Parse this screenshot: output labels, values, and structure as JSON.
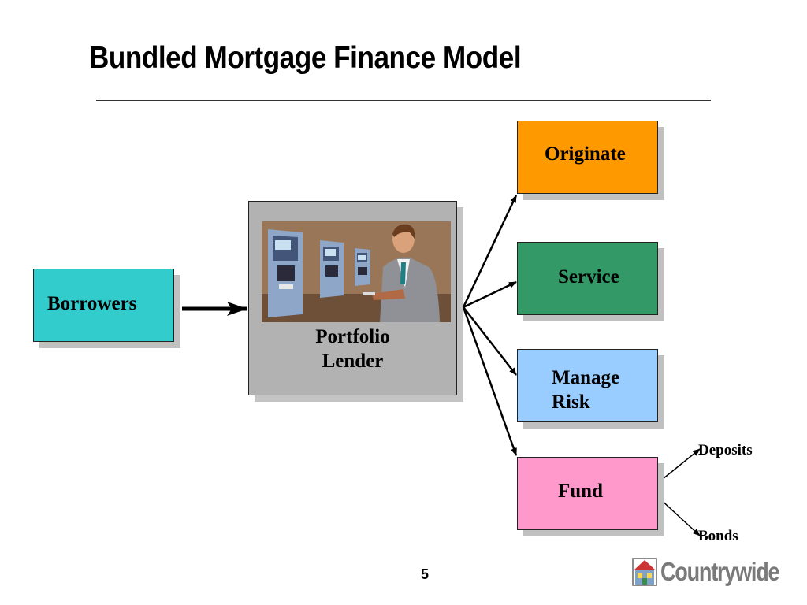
{
  "title": "Bundled Mortgage Finance Model",
  "nodes": {
    "borrowers": "Borrowers",
    "lender_line1": "Portfolio",
    "lender_line2": "Lender",
    "originate": "Originate",
    "service": "Service",
    "manage_risk_line1": "Manage",
    "manage_risk_line2": "Risk",
    "fund": "Fund"
  },
  "fund_sources": {
    "deposits": "Deposits",
    "bonds": "Bonds"
  },
  "page_number": "5",
  "logo": {
    "wordmark": "Countrywide"
  },
  "colors": {
    "borrowers": "#33cccc",
    "lender": "#b2b2b2",
    "originate": "#ff9900",
    "service": "#339966",
    "manage_risk": "#99ccff",
    "fund": "#ff99cc"
  }
}
